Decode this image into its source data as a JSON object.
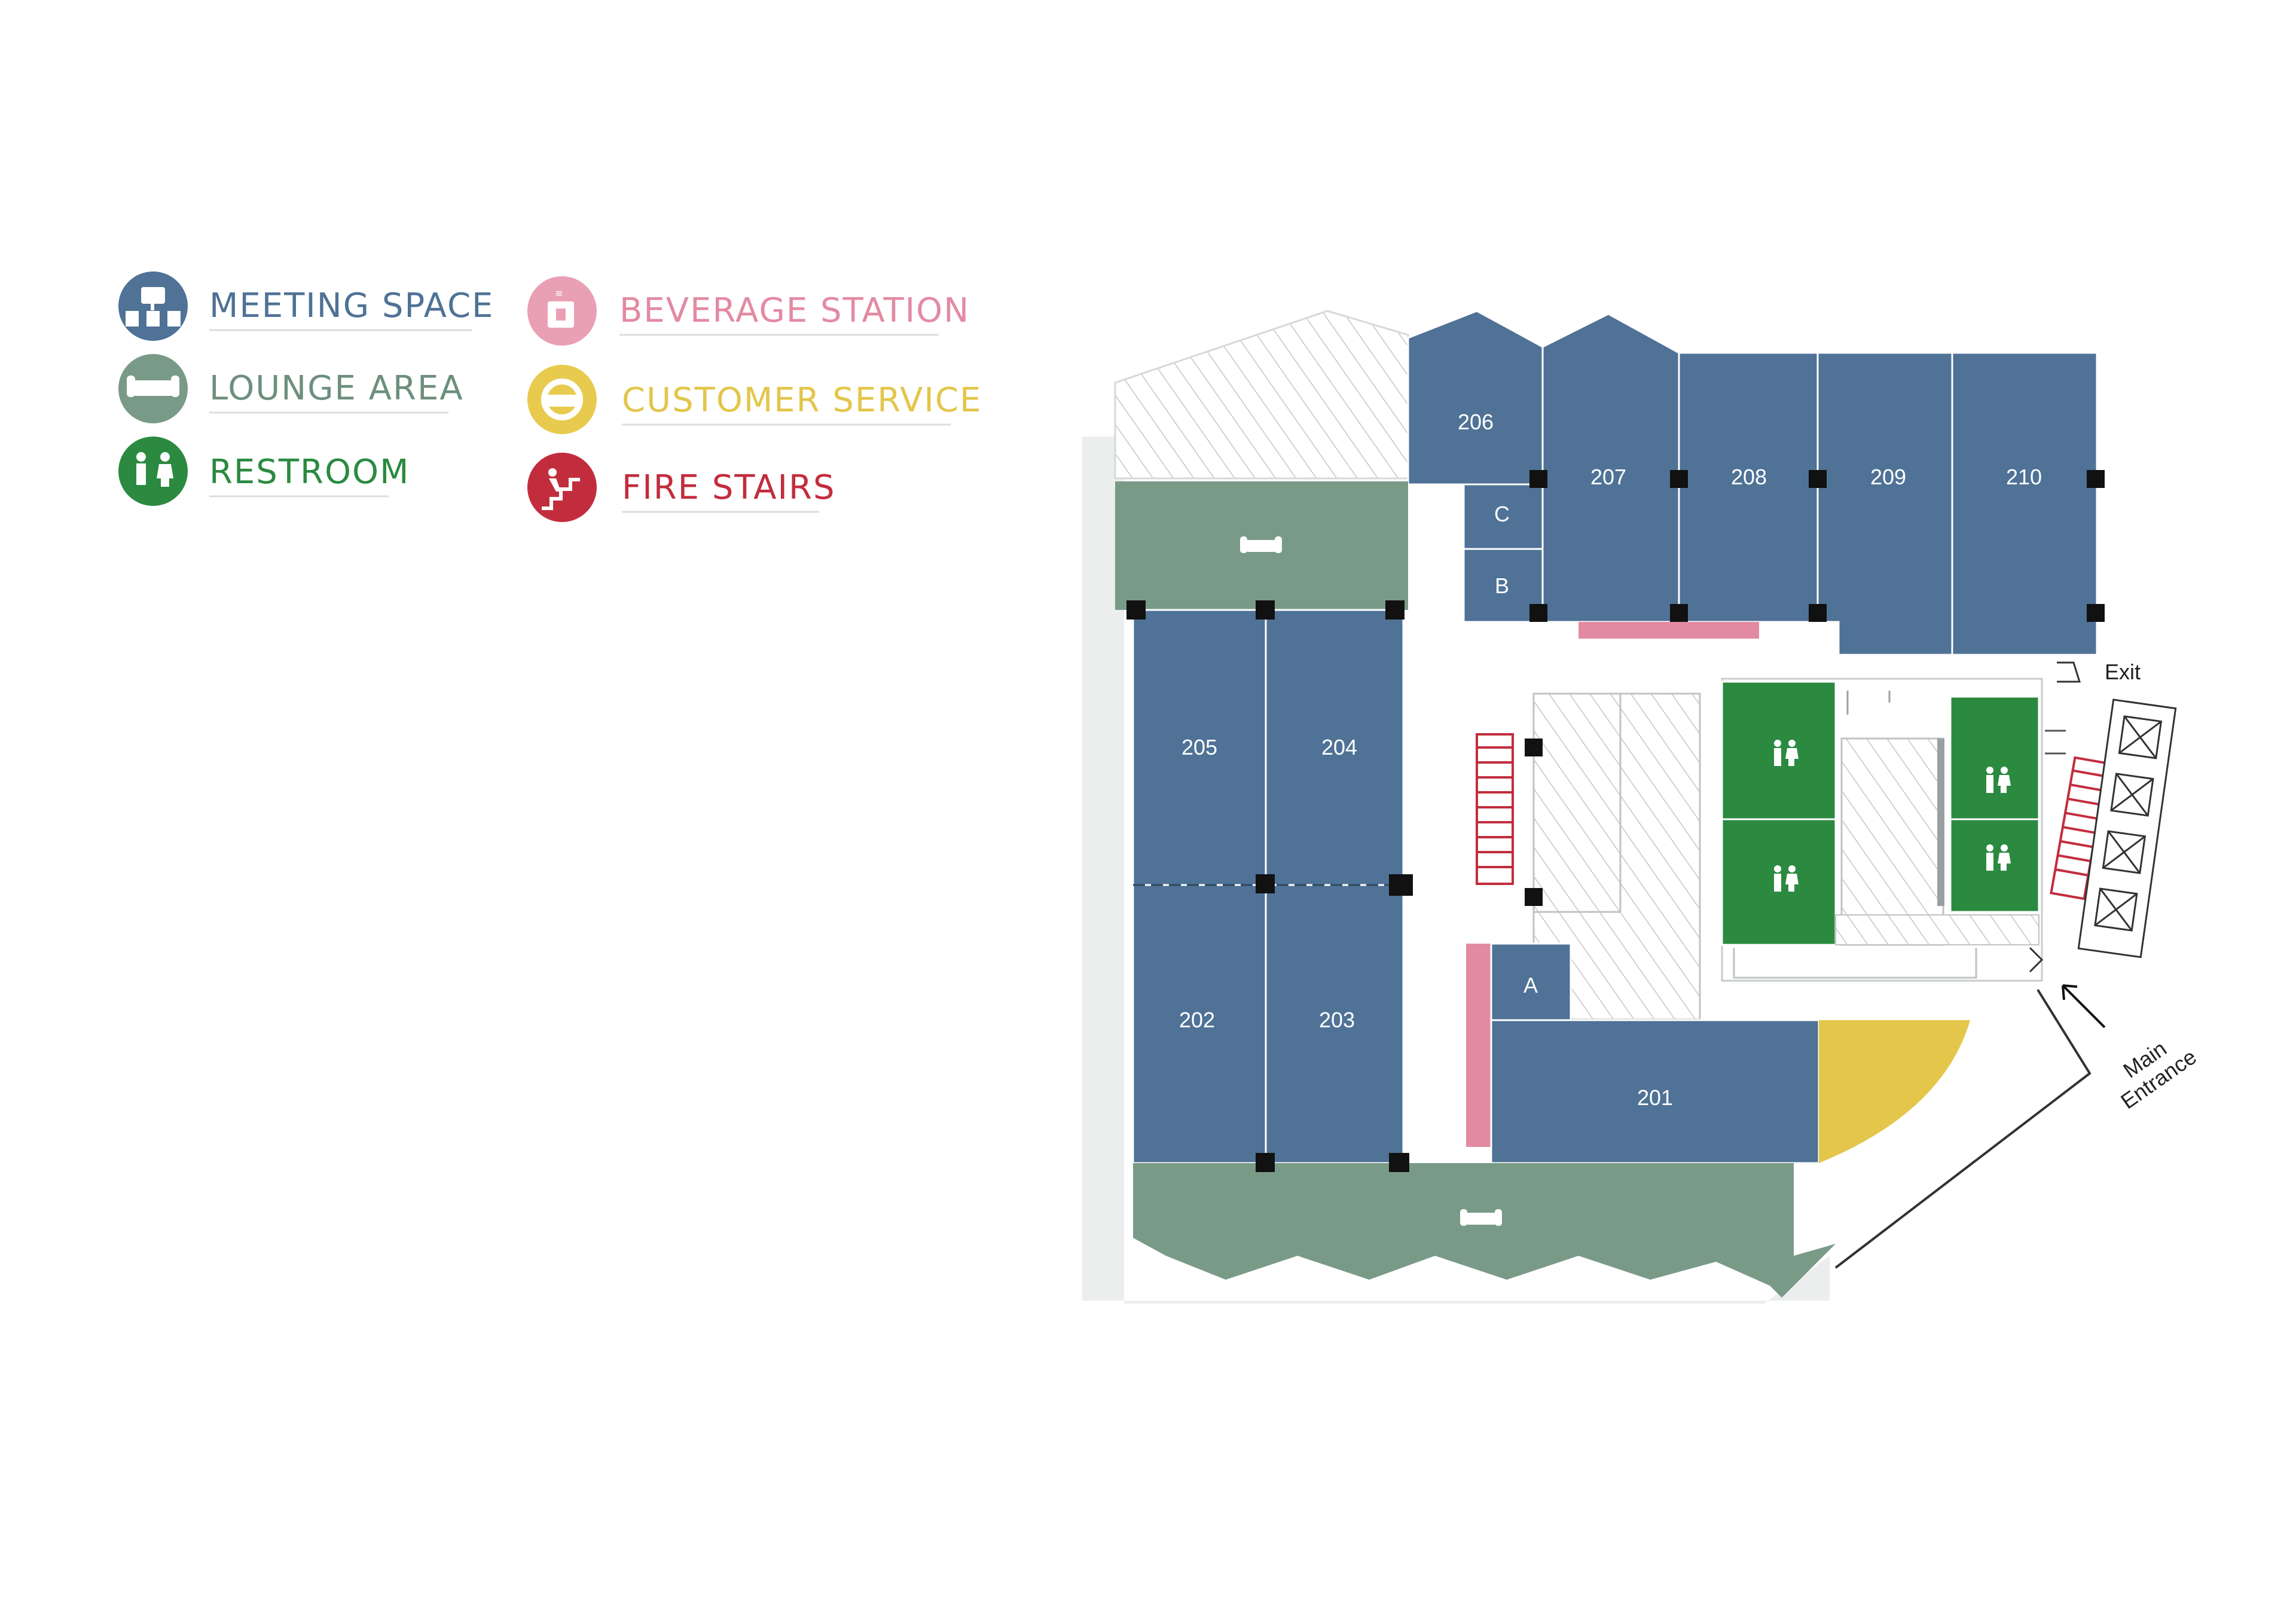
{
  "legend": [
    {
      "key": "meeting",
      "label": "MEETING SPACE",
      "icon": "meeting-icon",
      "color": "#4f7296",
      "circle": "#4f7296"
    },
    {
      "key": "lounge",
      "label": "LOUNGE AREA",
      "icon": "sofa-icon",
      "color": "#6d8f7e",
      "circle": "#7a9a88"
    },
    {
      "key": "restroom",
      "label": "RESTROOM",
      "icon": "restroom-icon",
      "color": "#2b8a40",
      "circle": "#2b8a40"
    },
    {
      "key": "beverage",
      "label": "BEVERAGE STATION",
      "icon": "coffee-icon",
      "color": "#e38aa3",
      "circle": "#e9a0b4"
    },
    {
      "key": "service",
      "label": "CUSTOMER SERVICE",
      "icon": "service-icon",
      "color": "#e3c64a",
      "circle": "#e8cb4e"
    },
    {
      "key": "fire",
      "label": "FIRE STAIRS",
      "icon": "stairs-icon",
      "color": "#c22d3d",
      "circle": "#c22d3d"
    }
  ],
  "rooms": {
    "r206": "206",
    "r207": "207",
    "r208": "208",
    "r209": "209",
    "r210": "210",
    "rc": "C",
    "rb": "B",
    "r205": "205",
    "r204": "204",
    "r202": "202",
    "r203": "203",
    "ra": "A",
    "r201": "201"
  },
  "labels": {
    "exit": "Exit",
    "main_entrance_1": "Main",
    "main_entrance_2": "Entrance"
  },
  "colors": {
    "meeting": "#4f7296",
    "lounge": "#7a9a88",
    "restroom": "#2b8a40",
    "beverage": "#e38aa3",
    "service": "#e3c64a",
    "fire": "#c22d3d",
    "ground": "#eceeee",
    "hatch": "#bfc3c3",
    "column": "#111111"
  }
}
